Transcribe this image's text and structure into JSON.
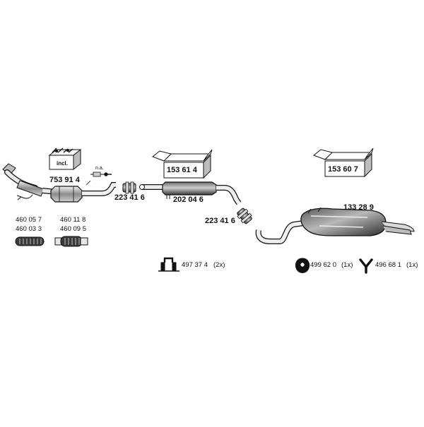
{
  "parts": {
    "catalytic_converter": "753 91 4",
    "catalytic_converter_kit": "incl.",
    "sensor_note": "n.a.",
    "clamp_front": "223 41 6",
    "front_silencer": "202 04 6",
    "front_silencer_kit": "153 61 4",
    "clamp_rear": "223 41 6",
    "rear_silencer": "133 28 9",
    "rear_silencer_kit": "153 60 7"
  },
  "flex_pipes": {
    "short": [
      "460 05 7",
      "460 03 3"
    ],
    "long": [
      "460 11 8",
      "460 09 5"
    ]
  },
  "accessories": [
    {
      "number": "497 37 4",
      "qty": "(2x)",
      "icon": "mounting-bracket-icon"
    },
    {
      "number": "499 62 0",
      "qty": "(1x)",
      "icon": "rubber-ring-icon"
    },
    {
      "number": "496 68 1",
      "qty": "(1x)",
      "icon": "rubber-hanger-icon"
    }
  ],
  "colors": {
    "line": "#111111",
    "fill_dark": "#3a3a3a",
    "fill_mid": "#9a9a9a",
    "fill_light": "#e6e6e6"
  }
}
